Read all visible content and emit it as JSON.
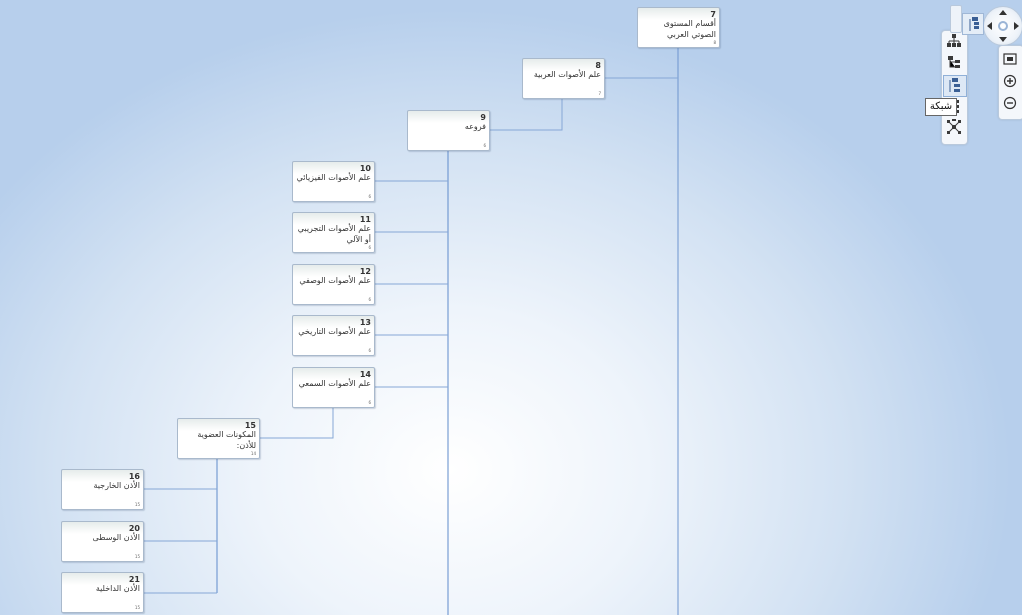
{
  "nodes": [
    {
      "id": "7",
      "title": "أقسام المستوى الصوتي العربي",
      "sub": "8"
    },
    {
      "id": "8",
      "title": "علم الأصوات العربية",
      "sub": "7"
    },
    {
      "id": "9",
      "title": "فروعه",
      "sub": "6"
    },
    {
      "id": "10",
      "title": "علم الأصوات الفيزيائي",
      "sub": "6"
    },
    {
      "id": "11",
      "title": "علم الأصوات التجريبي أو الآلي",
      "sub": "6"
    },
    {
      "id": "12",
      "title": "علم الأصوات الوصفي",
      "sub": "6"
    },
    {
      "id": "13",
      "title": "علم الأصوات التاريخي",
      "sub": "6"
    },
    {
      "id": "14",
      "title": "علم الأصوات السمعي",
      "sub": "6"
    },
    {
      "id": "15",
      "title": "المكونات العضوية للأذن:",
      "sub": "14"
    },
    {
      "id": "16",
      "title": "الأذن الخارجية",
      "sub": "15"
    },
    {
      "id": "20",
      "title": "الأذن الوسطى",
      "sub": "15"
    },
    {
      "id": "21",
      "title": "الأذن الداخلية",
      "sub": "15"
    }
  ],
  "toolbar": {
    "layouts": [
      {
        "name": "org-chart-layout-icon"
      },
      {
        "name": "right-tree-layout-icon"
      },
      {
        "name": "grid-layout-icon"
      },
      {
        "name": "side-tree-layout-icon"
      },
      {
        "name": "radial-layout-icon"
      }
    ],
    "tooltip": "شبكة"
  }
}
